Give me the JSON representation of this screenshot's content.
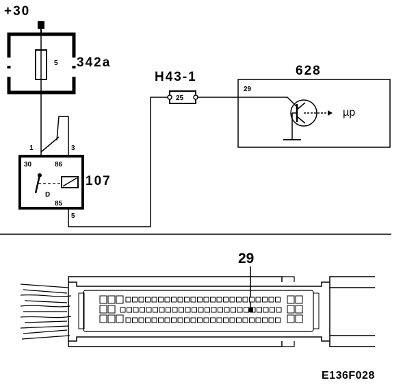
{
  "supply": {
    "label": "+30"
  },
  "fuse_block": {
    "id": "342a",
    "fuse_number": "5"
  },
  "relay": {
    "id": "107",
    "pins": {
      "p30": "30",
      "p86": "86",
      "p85": "85",
      "p1": "1",
      "p3": "3",
      "p5": "5"
    },
    "symbol": "D"
  },
  "connector_inline": {
    "id": "H43-1",
    "pin": "25"
  },
  "control_module": {
    "id": "628",
    "pin": "29",
    "label": "µp"
  },
  "connector_detail": {
    "pin": "29"
  },
  "figure_code": "E136F028"
}
